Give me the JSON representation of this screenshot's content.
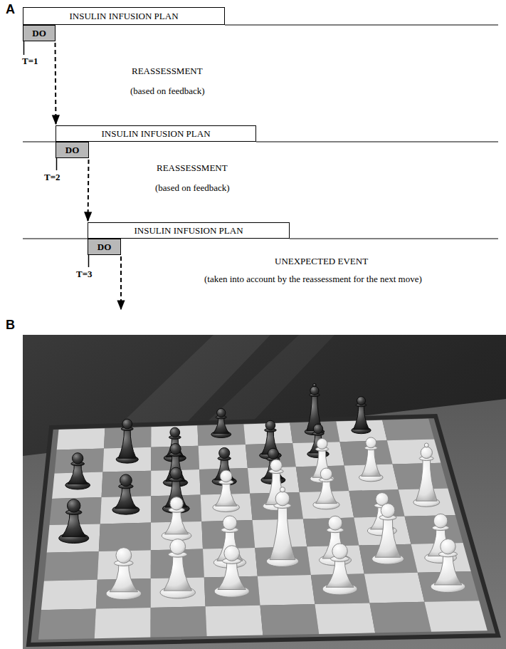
{
  "diagram": {
    "nodes": [
      {
        "text": [
          "INSULIN INFUSION PLAN"
        ]
      },
      {
        "text": [
          "DO"
        ]
      },
      {
        "text": [
          "INSULIN INFUSION PLAN"
        ]
      },
      {
        "text": [
          "DO"
        ]
      },
      {
        "text": [
          "INSULIN INFUSION PLAN"
        ]
      },
      {
        "text": [
          "DO"
        ]
      }
    ],
    "edges": [
      {
        "from": 1,
        "to": 2,
        "arrow": "to"
      },
      {
        "from": 3,
        "to": 4,
        "arrow": "to"
      }
    ],
    "labels": [
      "A",
      "T=1",
      "REASSESSMENT",
      "(based on feedback)",
      "T=2",
      "REASSESSMENT",
      "(based on feedback)",
      "T=3",
      "UNEXPECTED EVENT",
      "(taken into account by the reassessment for the next move)",
      "B"
    ]
  }
}
